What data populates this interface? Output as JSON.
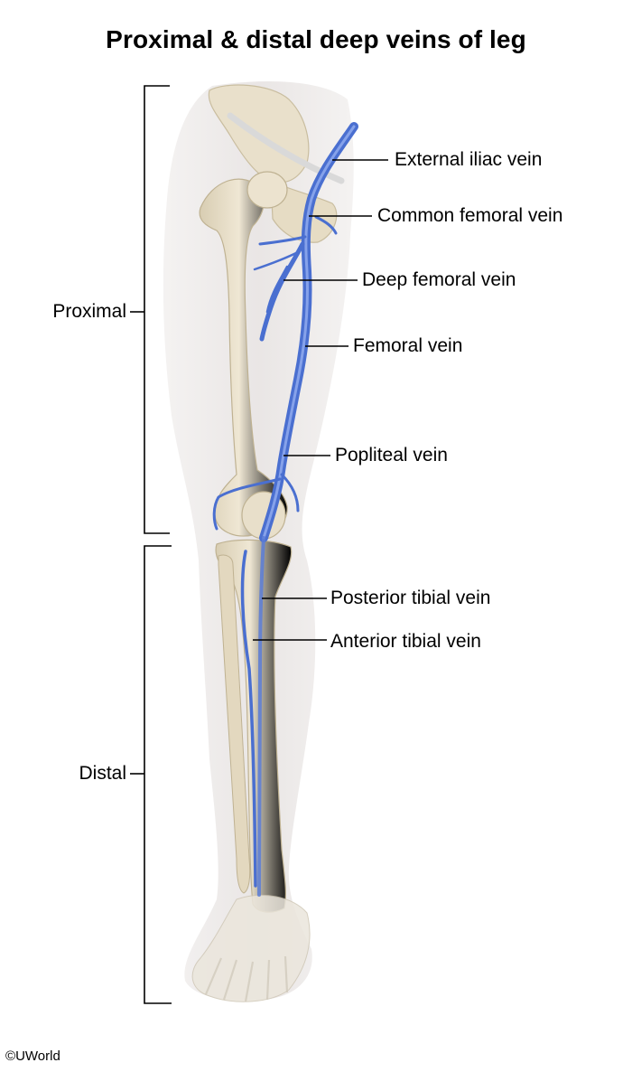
{
  "title": "Proximal & distal deep veins of leg",
  "sections": {
    "proximal": "Proximal",
    "distal": "Distal"
  },
  "labels": {
    "external_iliac": "External iliac vein",
    "common_femoral": "Common femoral vein",
    "deep_femoral": "Deep femoral vein",
    "femoral": "Femoral vein",
    "popliteal": "Popliteal vein",
    "posterior_tibial": "Posterior tibial vein",
    "anterior_tibial": "Anterior tibial vein"
  },
  "copyright": {
    "symbol": "©",
    "text": "UWorld"
  },
  "colors": {
    "vein": "#4a6fd0",
    "bone": "#e6dcc6",
    "skin": "#ece9e8",
    "leader": "#000000"
  }
}
